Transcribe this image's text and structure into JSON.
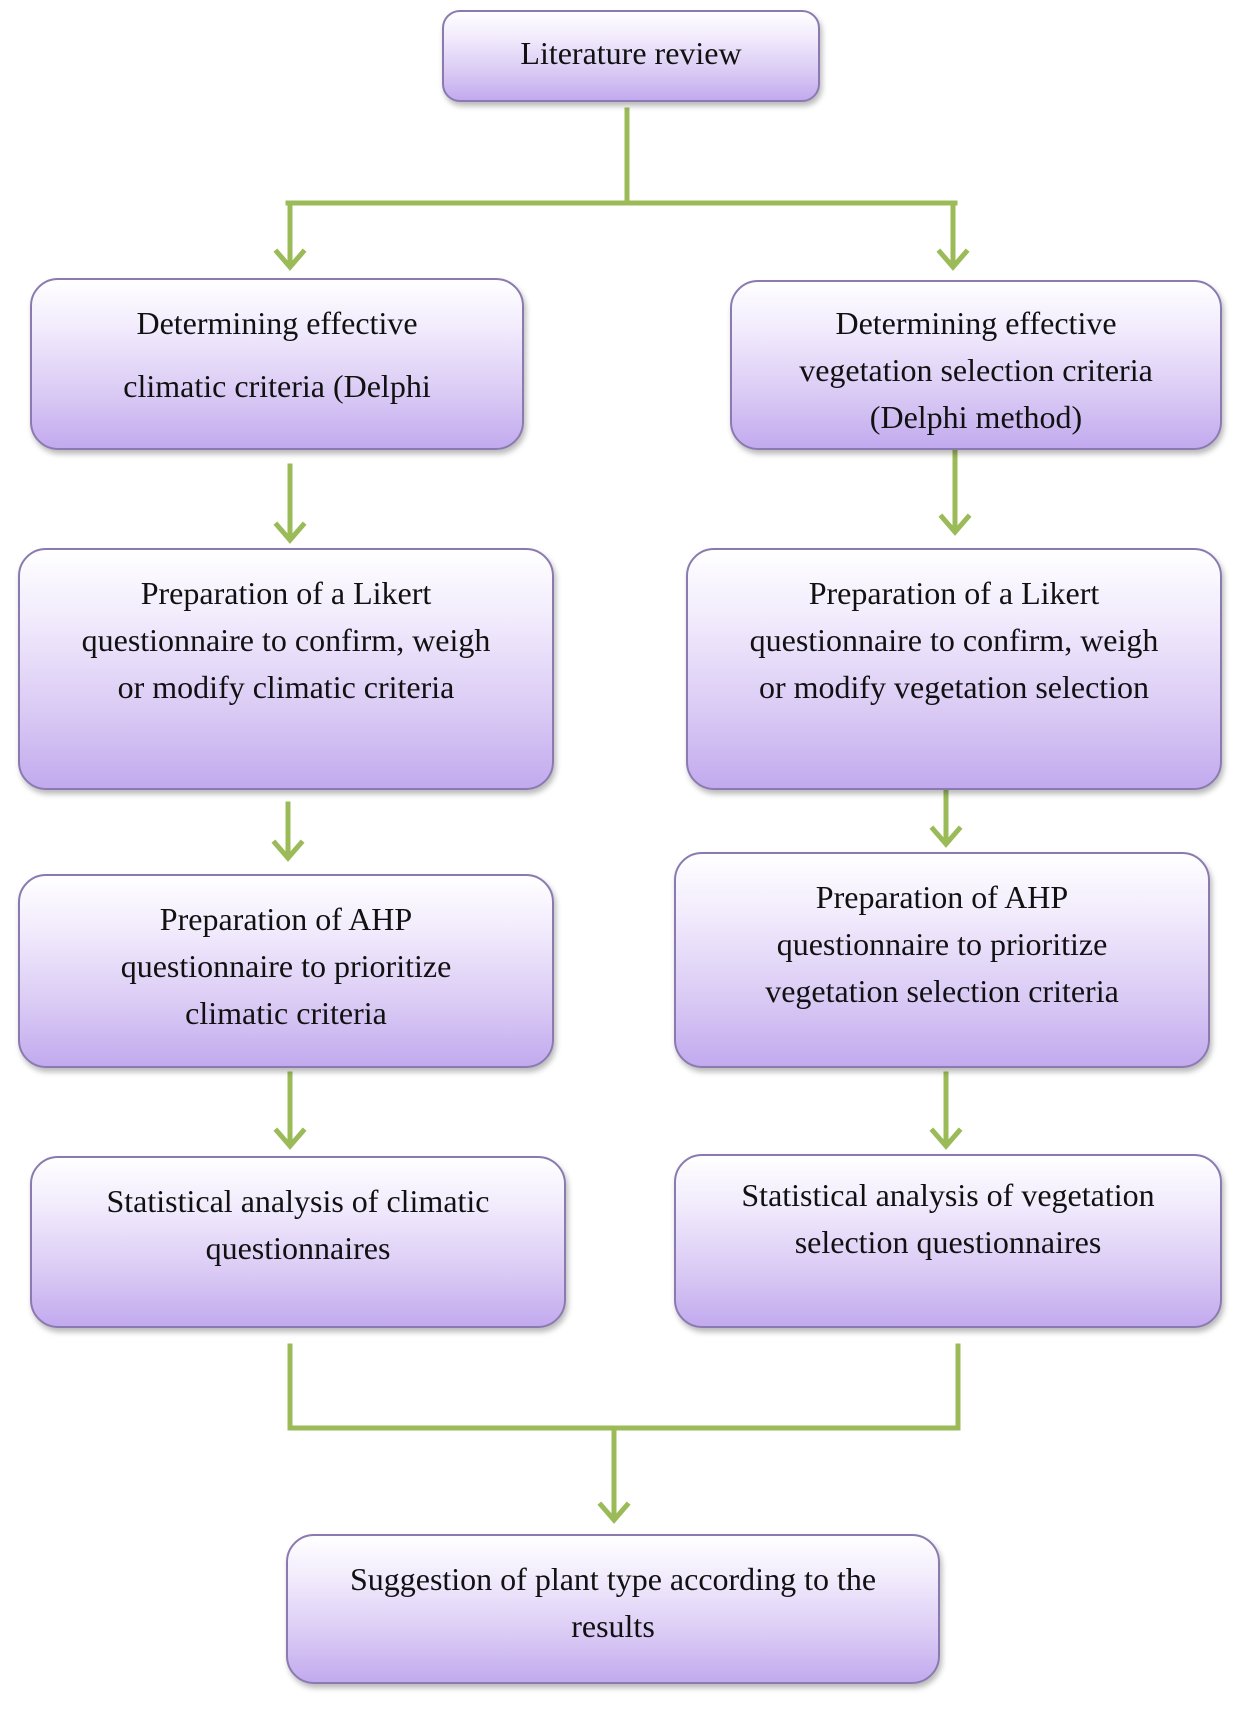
{
  "diagram": {
    "colors": {
      "connector": "#9bbb59",
      "box_border": "#8a7ab0",
      "box_fill_top": "#ffffff",
      "box_fill_bottom": "#c2aaee"
    },
    "top": {
      "lines": [
        "Literature review"
      ]
    },
    "left": {
      "criteria": [
        "Determining effective",
        "climatic criteria (Delphi"
      ],
      "likert": [
        "Preparation of a Likert",
        "questionnaire to confirm, weigh",
        "or modify climatic criteria"
      ],
      "ahp": [
        "Preparation of AHP",
        "questionnaire to prioritize",
        "climatic criteria"
      ],
      "stats": [
        "Statistical analysis of climatic",
        "questionnaires"
      ]
    },
    "right": {
      "criteria": [
        "Determining effective",
        "vegetation selection criteria",
        "(Delphi method)"
      ],
      "likert": [
        "Preparation of a Likert",
        "questionnaire to confirm, weigh",
        "or modify vegetation selection"
      ],
      "ahp": [
        "Preparation of AHP",
        "questionnaire to prioritize",
        "vegetation selection criteria"
      ],
      "stats": [
        "Statistical analysis of vegetation",
        "selection questionnaires"
      ]
    },
    "bottom": {
      "lines": [
        "Suggestion of plant type according to the",
        "results"
      ]
    }
  }
}
